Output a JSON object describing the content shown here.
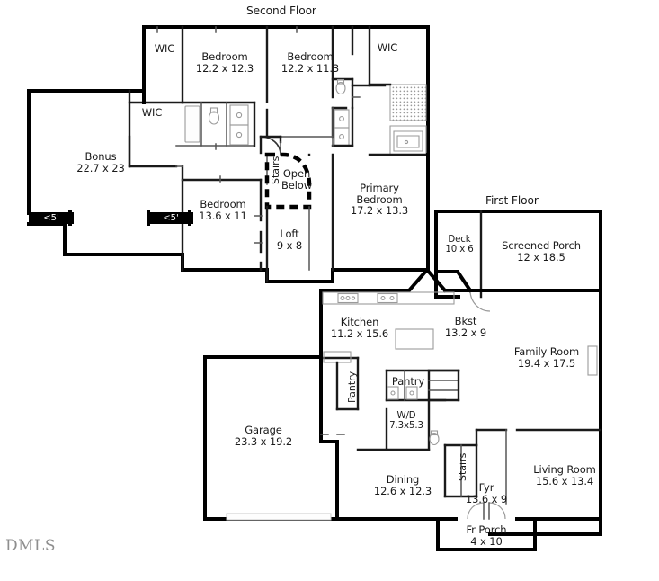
{
  "document": {
    "type": "residential-floor-plan",
    "watermark": "DMLS"
  },
  "sections": {
    "second_floor_title": "Second Floor",
    "first_floor_title": "First Floor"
  },
  "second_floor": {
    "rooms": [
      {
        "key": "wic_top_left",
        "name": "WIC",
        "dims": ""
      },
      {
        "key": "wic_mid_left",
        "name": "WIC",
        "dims": ""
      },
      {
        "key": "bedroom_2",
        "name": "Bedroom",
        "dims": "12.2 x 12.3"
      },
      {
        "key": "bedroom_3",
        "name": "Bedroom",
        "dims": "12.2 x 11.3"
      },
      {
        "key": "wic_top_right",
        "name": "WIC",
        "dims": ""
      },
      {
        "key": "bonus",
        "name": "Bonus",
        "dims": "22.7 x 23"
      },
      {
        "key": "bedroom_4",
        "name": "Bedroom",
        "dims": "13.6 x 11"
      },
      {
        "key": "primary",
        "name": "Primary Bedroom",
        "dims": "17.2 x 13.3"
      },
      {
        "key": "loft",
        "name": "Loft",
        "dims": "9 x 8"
      },
      {
        "key": "open_below",
        "name": "Open Below",
        "dims": ""
      },
      {
        "key": "stairs_up",
        "name": "Stairs",
        "dims": ""
      }
    ],
    "clearance_markers": [
      {
        "key": "under5_left",
        "label": "<5'"
      },
      {
        "key": "under5_mid",
        "label": "<5'"
      }
    ]
  },
  "first_floor": {
    "rooms": [
      {
        "key": "deck",
        "name": "Deck",
        "dims": "10 x 6"
      },
      {
        "key": "screened_porch",
        "name": "Screened Porch",
        "dims": "12 x 18.5"
      },
      {
        "key": "kitchen",
        "name": "Kitchen",
        "dims": "11.2 x 15.6"
      },
      {
        "key": "bkst",
        "name": "Bkst",
        "dims": "13.2 x 9"
      },
      {
        "key": "family_room",
        "name": "Family Room",
        "dims": "19.4 x 17.5"
      },
      {
        "key": "pantry_side",
        "name": "Pantry",
        "dims": ""
      },
      {
        "key": "pantry_center",
        "name": "Pantry",
        "dims": ""
      },
      {
        "key": "wd",
        "name": "W/D",
        "dims": "7.3x5.3"
      },
      {
        "key": "garage",
        "name": "Garage",
        "dims": "23.3 x 19.2"
      },
      {
        "key": "dining",
        "name": "Dining",
        "dims": "12.6 x 12.3"
      },
      {
        "key": "stairs_down",
        "name": "Stairs",
        "dims": ""
      },
      {
        "key": "fyr",
        "name": "Fyr",
        "dims": "13.6 x 9"
      },
      {
        "key": "living_room",
        "name": "Living Room",
        "dims": "15.6 x 13.4"
      },
      {
        "key": "front_porch",
        "name": "Fr Porch",
        "dims": "4 x 10"
      }
    ]
  },
  "labels": {
    "second_floor_title": "Second Floor",
    "first_floor_title": "First Floor",
    "wic": "WIC",
    "bedroom": "Bedroom",
    "bedroom_2_dims": "12.2 x 12.3",
    "bedroom_3_dims": "12.2 x 11.3",
    "bedroom_4_dims": "13.6 x 11",
    "bonus": "Bonus",
    "bonus_dims": "22.7 x 23",
    "primary_line1": "Primary",
    "primary_line2": "Bedroom",
    "primary_dims": "17.2 x 13.3",
    "loft": "Loft",
    "loft_dims": "9 x 8",
    "open_line1": "Open",
    "open_line2": "Below",
    "stairs": "Stairs",
    "under5": "<5'",
    "deck": "Deck",
    "deck_dims": "10 x 6",
    "screened_porch": "Screened Porch",
    "screened_porch_dims": "12 x 18.5",
    "kitchen": "Kitchen",
    "kitchen_dims": "11.2 x 15.6",
    "bkst": "Bkst",
    "bkst_dims": "13.2 x 9",
    "family_room": "Family Room",
    "family_room_dims": "19.4 x 17.5",
    "pantry": "Pantry",
    "wd": "W/D",
    "wd_dims": "7.3x5.3",
    "garage": "Garage",
    "garage_dims": "23.3 x 19.2",
    "dining": "Dining",
    "dining_dims": "12.6 x 12.3",
    "fyr": "Fyr",
    "fyr_dims": "13.6 x 9",
    "living_room": "Living Room",
    "living_room_dims": "15.6 x 13.4",
    "front_porch": "Fr Porch",
    "front_porch_dims": "4 x 10",
    "watermark": "DMLS"
  },
  "colors": {
    "wall": "#000000",
    "interior_wall": "#555555",
    "fixture": "#9a9a9a",
    "text": "#1a1a1a",
    "background": "#ffffff",
    "watermark": "#8e8e8e"
  }
}
